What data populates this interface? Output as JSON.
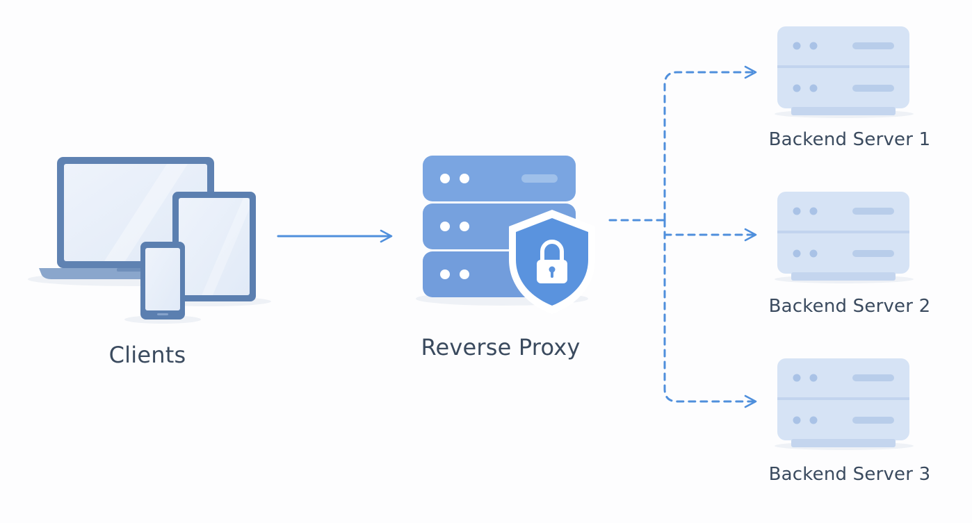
{
  "clients": {
    "label": "Clients",
    "icon": "client-devices-icon"
  },
  "proxy": {
    "label": "Reverse Proxy",
    "icon": "server-stack-icon",
    "badge_icon": "shield-lock-icon"
  },
  "backends": [
    {
      "label": "Backend Server 1",
      "icon": "server-icon"
    },
    {
      "label": "Backend Server 2",
      "icon": "server-icon"
    },
    {
      "label": "Backend Server 3",
      "icon": "server-icon"
    }
  ],
  "colors": {
    "accent": "#4f8fdc",
    "proxy_server": "#7aa5e1",
    "device_frame": "#5b7fb0",
    "backend_server": "#d6e3f5",
    "label_text": "#3a4a5e"
  }
}
